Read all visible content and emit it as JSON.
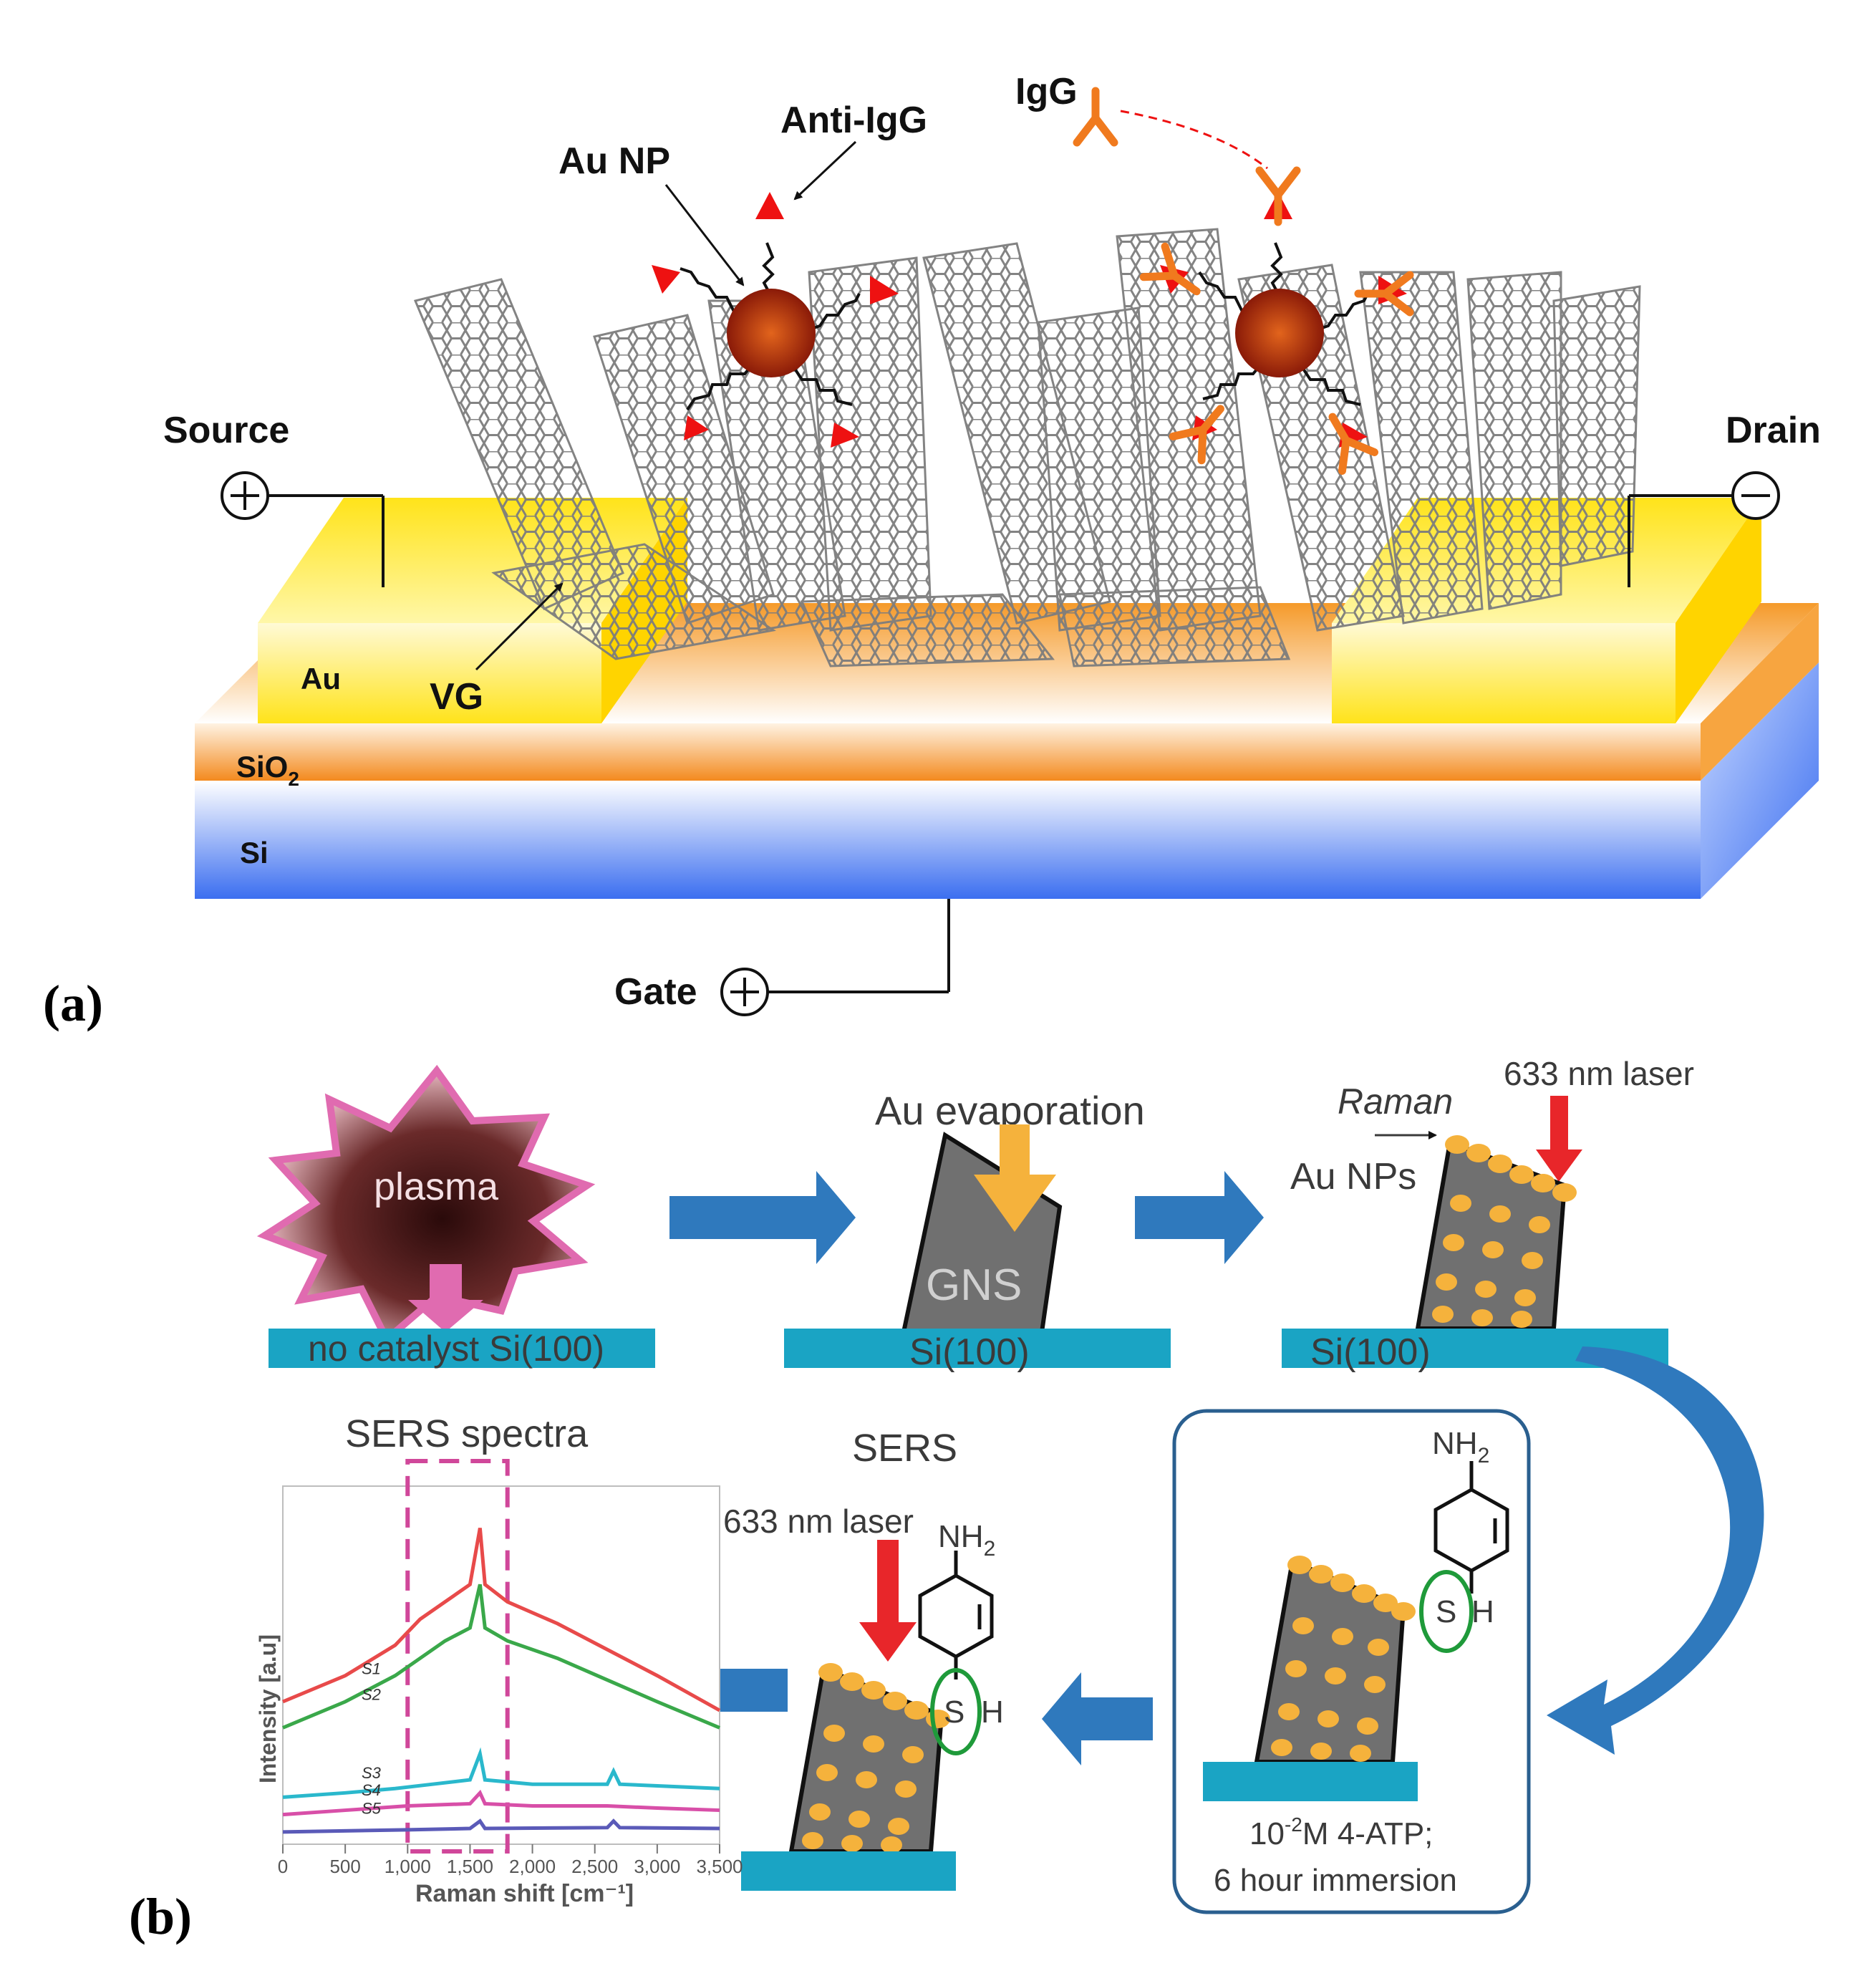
{
  "panel_a": {
    "label": "(a)",
    "labels": {
      "source": "Source",
      "drain": "Drain",
      "gate": "Gate",
      "au": "Au",
      "vg": "VG",
      "sio2_main": "SiO",
      "sio2_sub": "2",
      "si": "Si",
      "au_np": "Au NP",
      "anti_igg": "Anti-IgG",
      "igg": "IgG"
    },
    "colors": {
      "si": "#4f7df0",
      "sio2": "#f59a2a",
      "au": "#ffe92a",
      "graphene": "#8a8a8a",
      "nanoparticle": "#b4360e",
      "anti_igg": "#ee1111",
      "igg": "#f07a1e"
    }
  },
  "panel_b": {
    "label": "(b)",
    "labels": {
      "plasma": "plasma",
      "no_catalyst": "no catalyst Si(100)",
      "au_evaporation": "Au evaporation",
      "gns": "GNS",
      "si100_a": "Si(100)",
      "si100_b": "Si(100)",
      "raman": "Raman",
      "laser_top": "633 nm laser",
      "au_nps": "Au NPs",
      "nh2_main": "NH",
      "nh2_sub": "2",
      "sh_s": "S",
      "sh_h": "H",
      "conc_main": "10",
      "conc_sup": "-2",
      "conc_rest": "M 4-ATP;",
      "immersion": "6 hour immersion",
      "sers": "SERS",
      "laser_bottom": "633 nm laser",
      "sers_spectra": "SERS spectra"
    },
    "colors": {
      "substrate": "#1aa4c4",
      "arrow": "#2f79bd",
      "laser": "#e8262a",
      "au_dot": "#f5b23c",
      "gns": "#707070",
      "circle": "#1f9a3a"
    }
  },
  "chart_data": {
    "type": "line",
    "title": "",
    "xlabel": "Raman shift [cm⁻¹]",
    "ylabel": "Intensity [a.u]",
    "xlim": [
      0,
      3500
    ],
    "xticks": [
      0,
      500,
      1000,
      1500,
      2000,
      2500,
      3000,
      3500
    ],
    "xtick_labels": [
      "0",
      "500",
      "1,000",
      "1,500",
      "2,000",
      "2,500",
      "3,000",
      "3,500"
    ],
    "highlight_range": [
      1000,
      1800
    ],
    "grid": false,
    "series": [
      {
        "name": "S1",
        "color": "#e84a4a",
        "x": [
          0,
          500,
          900,
          1100,
          1300,
          1500,
          1580,
          1620,
          1800,
          2200,
          2600,
          3000,
          3500
        ],
        "y": [
          3.2,
          3.8,
          4.5,
          5.1,
          5.5,
          5.9,
          7.2,
          5.9,
          5.5,
          5.0,
          4.4,
          3.8,
          3.0
        ]
      },
      {
        "name": "S2",
        "color": "#3aa84a",
        "x": [
          0,
          500,
          900,
          1100,
          1300,
          1500,
          1580,
          1620,
          1800,
          2200,
          2600,
          3000,
          3500
        ],
        "y": [
          2.6,
          3.2,
          3.8,
          4.2,
          4.6,
          4.9,
          5.9,
          4.9,
          4.6,
          4.2,
          3.7,
          3.2,
          2.6
        ]
      },
      {
        "name": "S3",
        "color": "#2ab8cc",
        "x": [
          0,
          500,
          900,
          1200,
          1500,
          1580,
          1620,
          2000,
          2600,
          2650,
          2700,
          3500
        ],
        "y": [
          1.0,
          1.1,
          1.2,
          1.3,
          1.4,
          2.0,
          1.4,
          1.3,
          1.3,
          1.6,
          1.3,
          1.2
        ]
      },
      {
        "name": "S4",
        "color": "#d84fa8",
        "x": [
          0,
          500,
          1000,
          1500,
          1580,
          1620,
          2000,
          2600,
          3000,
          3500
        ],
        "y": [
          0.6,
          0.7,
          0.8,
          0.85,
          1.1,
          0.85,
          0.8,
          0.8,
          0.75,
          0.7
        ]
      },
      {
        "name": "S5",
        "color": "#5a5ab8",
        "x": [
          0,
          1000,
          1500,
          1580,
          1620,
          2600,
          2650,
          2700,
          3500
        ],
        "y": [
          0.2,
          0.25,
          0.28,
          0.45,
          0.28,
          0.3,
          0.45,
          0.3,
          0.28
        ]
      }
    ]
  }
}
